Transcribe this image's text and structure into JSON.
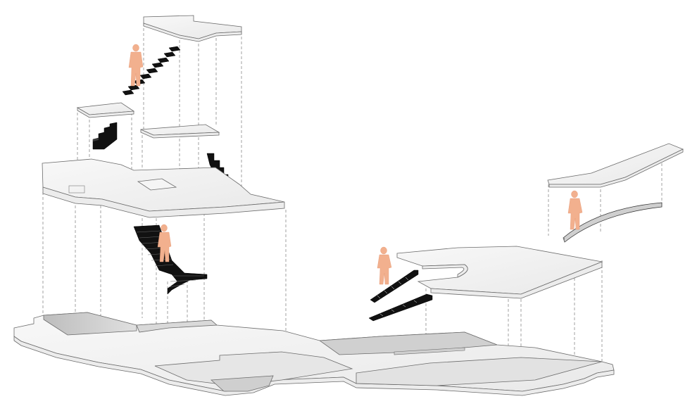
{
  "diagram": {
    "type": "exploded-axonometric",
    "colors": {
      "background": "#ffffff",
      "slab_fill": "#f4f4f4",
      "slab_edge": "#6b6b6b",
      "stair": "#111111",
      "human_figure": "#f2b08e"
    },
    "slabs": [
      "top-floor-slab",
      "upper-landing-left",
      "upper-landing-mid",
      "mezzanine-slab",
      "ground-floor-slab",
      "right-mezzanine-slab",
      "bridge-landing"
    ],
    "stairs": [
      "upper-floating-stair",
      "short-stair-left",
      "short-stair-mid",
      "main-switchback-stair",
      "right-straight-stair",
      "curved-bridge"
    ],
    "figures": 4
  }
}
